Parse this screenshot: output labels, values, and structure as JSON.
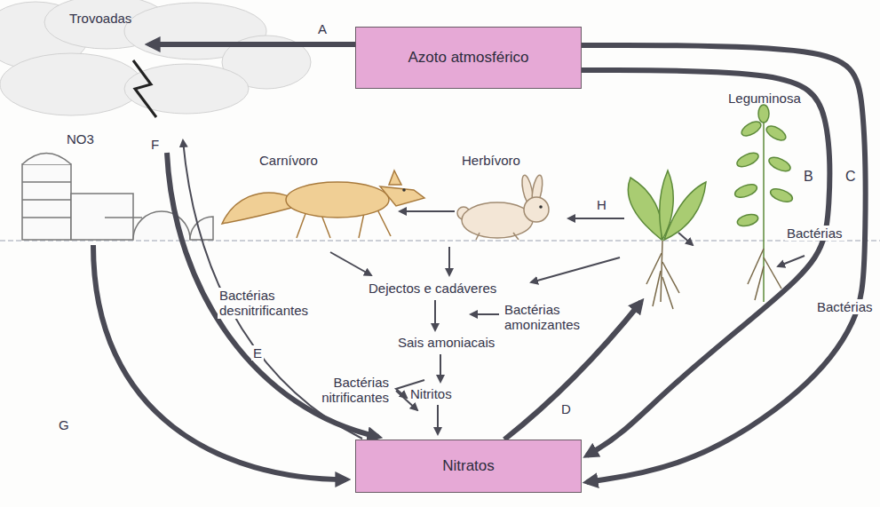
{
  "diagram": {
    "nodes": [
      {
        "text": [
          "Azoto atmosférico"
        ]
      },
      {
        "text": [
          "Nitratos"
        ]
      }
    ],
    "edges": [
      {
        "from": 0,
        "to": 1,
        "arrow": "to",
        "label": "B"
      },
      {
        "from": 0,
        "to": 1,
        "arrow": "to",
        "label": "C"
      }
    ],
    "labels": [
      "Trovoadas",
      "NO3",
      "Leguminosa",
      "Carnívoro",
      "Herbívoro",
      "Bactérias",
      "Bactérias",
      "Dejectos e cadáveres",
      "Bactérias amonizantes",
      "Sais amoniacais",
      "Bactérias nitrificantes",
      "Nitritos",
      "Bactérias desnitrificantes",
      "A",
      "D",
      "E",
      "F",
      "G",
      "H"
    ]
  }
}
